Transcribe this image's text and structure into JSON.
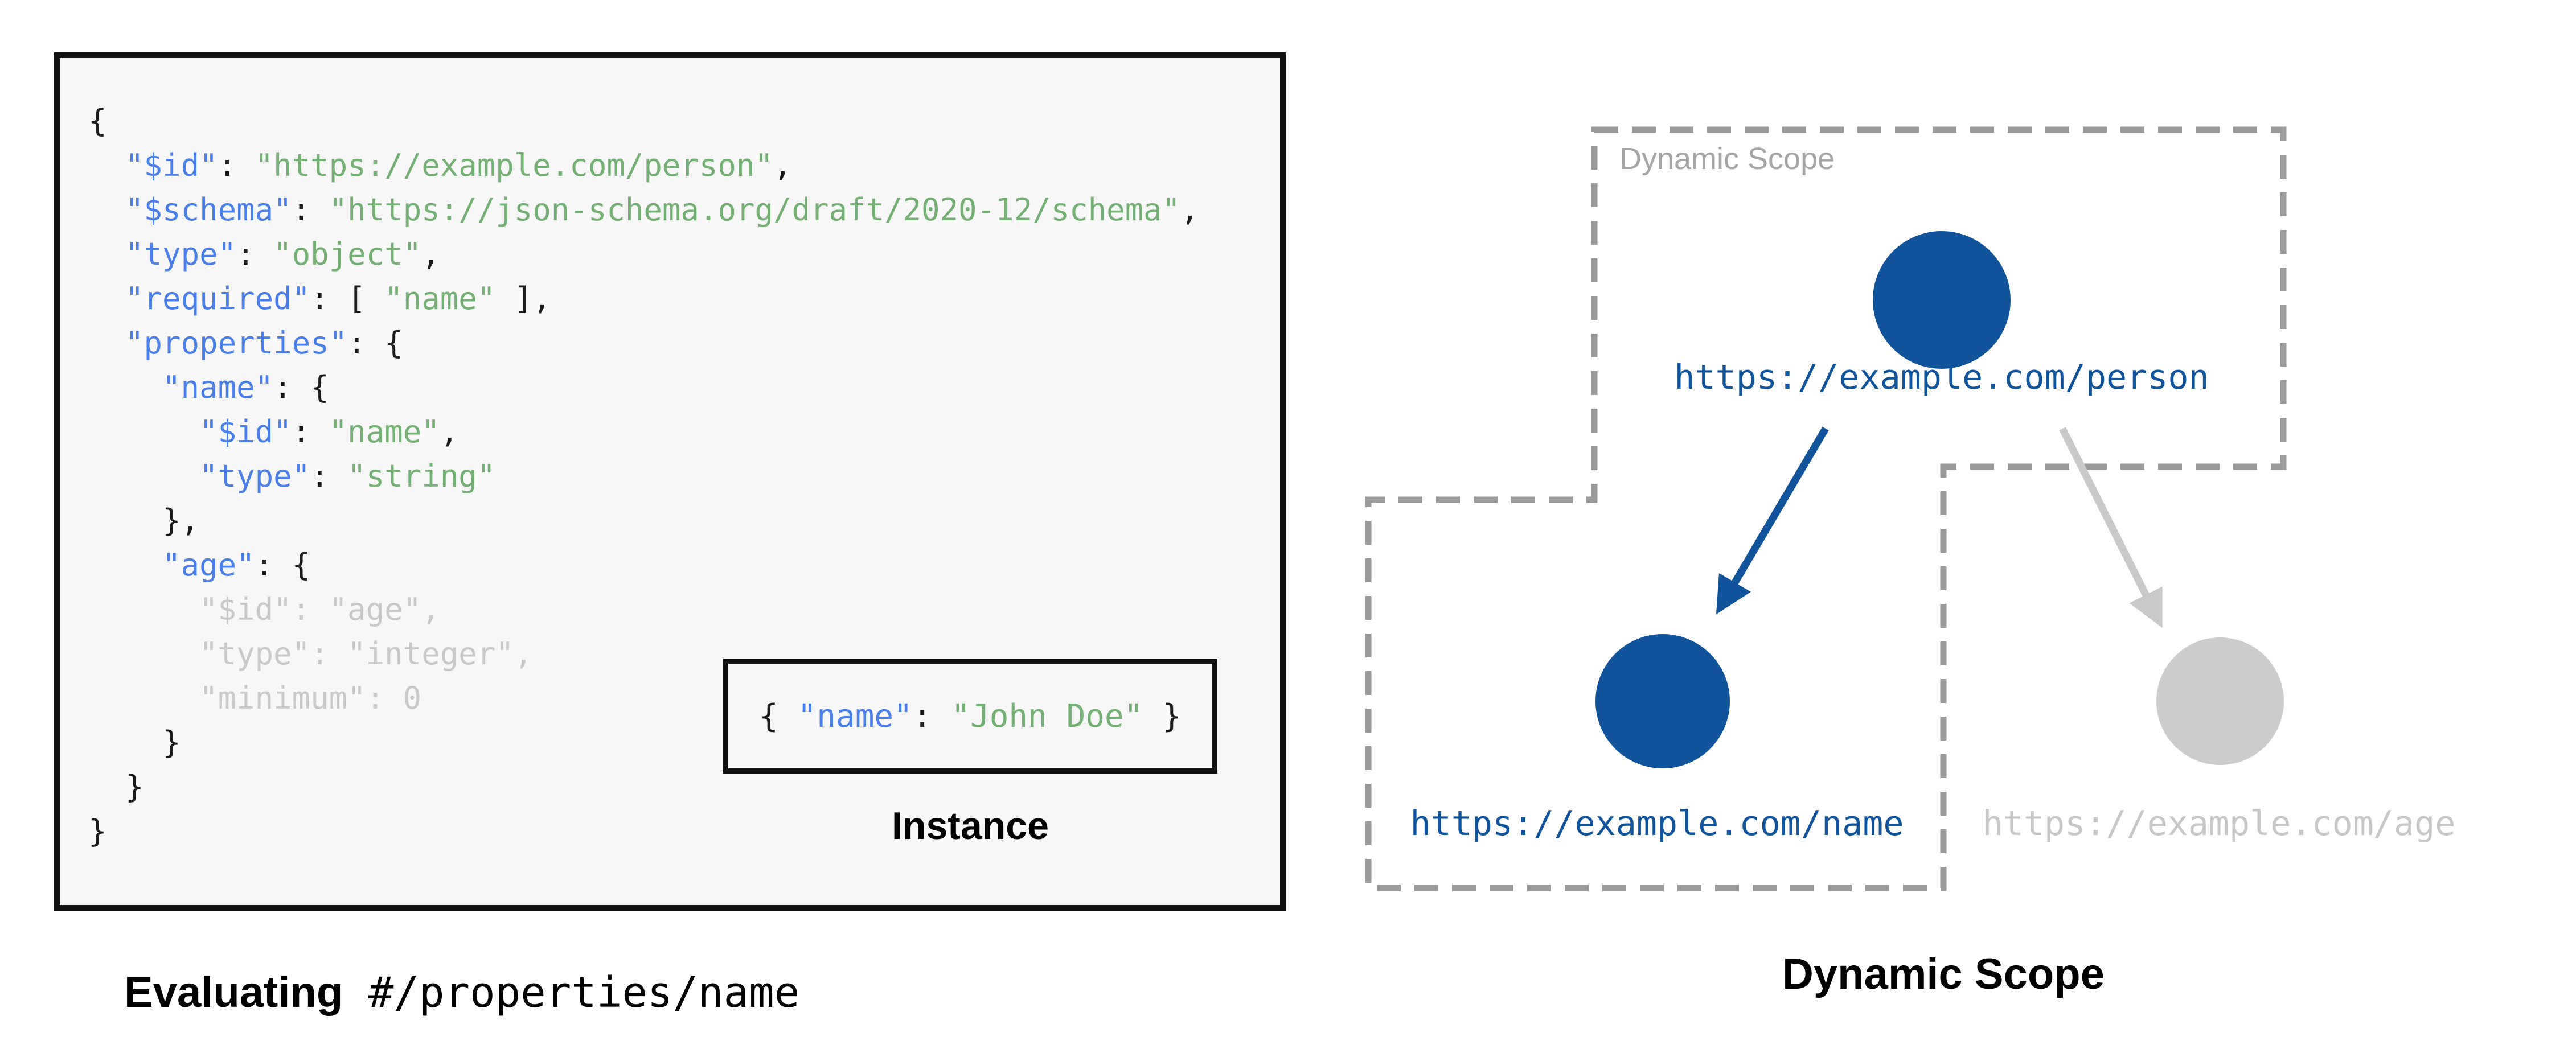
{
  "captions": {
    "evaluating_bold": "Evaluating",
    "evaluating_pointer": " #/properties/name",
    "diagram_title": "Dynamic Scope"
  },
  "schema_panel": {
    "lines": [
      [
        [
          "p",
          "{"
        ]
      ],
      [
        [
          "p",
          "  "
        ],
        [
          "k",
          "\"$id\""
        ],
        [
          "p",
          ": "
        ],
        [
          "s",
          "\"https://example.com/person\""
        ],
        [
          "p",
          ","
        ]
      ],
      [
        [
          "p",
          "  "
        ],
        [
          "k",
          "\"$schema\""
        ],
        [
          "p",
          ": "
        ],
        [
          "s",
          "\"https://json-schema.org/draft/2020-12/schema\""
        ],
        [
          "p",
          ","
        ]
      ],
      [
        [
          "p",
          "  "
        ],
        [
          "k",
          "\"type\""
        ],
        [
          "p",
          ": "
        ],
        [
          "s",
          "\"object\""
        ],
        [
          "p",
          ","
        ]
      ],
      [
        [
          "p",
          "  "
        ],
        [
          "k",
          "\"required\""
        ],
        [
          "p",
          ": [ "
        ],
        [
          "s",
          "\"name\""
        ],
        [
          "p",
          " ],"
        ]
      ],
      [
        [
          "p",
          "  "
        ],
        [
          "k",
          "\"properties\""
        ],
        [
          "p",
          ": {"
        ]
      ],
      [
        [
          "p",
          "    "
        ],
        [
          "k",
          "\"name\""
        ],
        [
          "p",
          ": {"
        ]
      ],
      [
        [
          "p",
          "      "
        ],
        [
          "k",
          "\"$id\""
        ],
        [
          "p",
          ": "
        ],
        [
          "s",
          "\"name\""
        ],
        [
          "p",
          ","
        ]
      ],
      [
        [
          "p",
          "      "
        ],
        [
          "k",
          "\"type\""
        ],
        [
          "p",
          ": "
        ],
        [
          "s",
          "\"string\""
        ]
      ],
      [
        [
          "p",
          "    },"
        ]
      ],
      [
        [
          "p",
          "    "
        ],
        [
          "k",
          "\"age\""
        ],
        [
          "p",
          ": {"
        ]
      ],
      [
        [
          "g",
          "      \"$id\": \"age\","
        ]
      ],
      [
        [
          "g",
          "      \"type\": \"integer\","
        ]
      ],
      [
        [
          "g",
          "      \"minimum\": 0"
        ]
      ],
      [
        [
          "p",
          "    }"
        ]
      ],
      [
        [
          "p",
          "  }"
        ]
      ],
      [
        [
          "p",
          "}"
        ]
      ]
    ]
  },
  "instance_panel": {
    "label": "Instance",
    "tokens": [
      [
        [
          "p",
          "{ "
        ],
        [
          "k",
          "\"name\""
        ],
        [
          "p",
          ": "
        ],
        [
          "s",
          "\"John Doe\""
        ],
        [
          "p",
          " }"
        ]
      ]
    ]
  },
  "diagram": {
    "scope_label": "Dynamic Scope",
    "nodes": {
      "person": {
        "url": "https://example.com/person",
        "state": "active"
      },
      "name": {
        "url": "https://example.com/name",
        "state": "active"
      },
      "age": {
        "url": "https://example.com/age",
        "state": "inactive"
      }
    }
  },
  "colors": {
    "key_blue": "#4a7ee8",
    "string_green": "#74b074",
    "punct_black": "#1b1b1b",
    "muted_gray": "#c9c9c9",
    "node_blue": "#11549b",
    "node_gray": "#cccccc",
    "dash_gray": "#9a9a9a"
  }
}
